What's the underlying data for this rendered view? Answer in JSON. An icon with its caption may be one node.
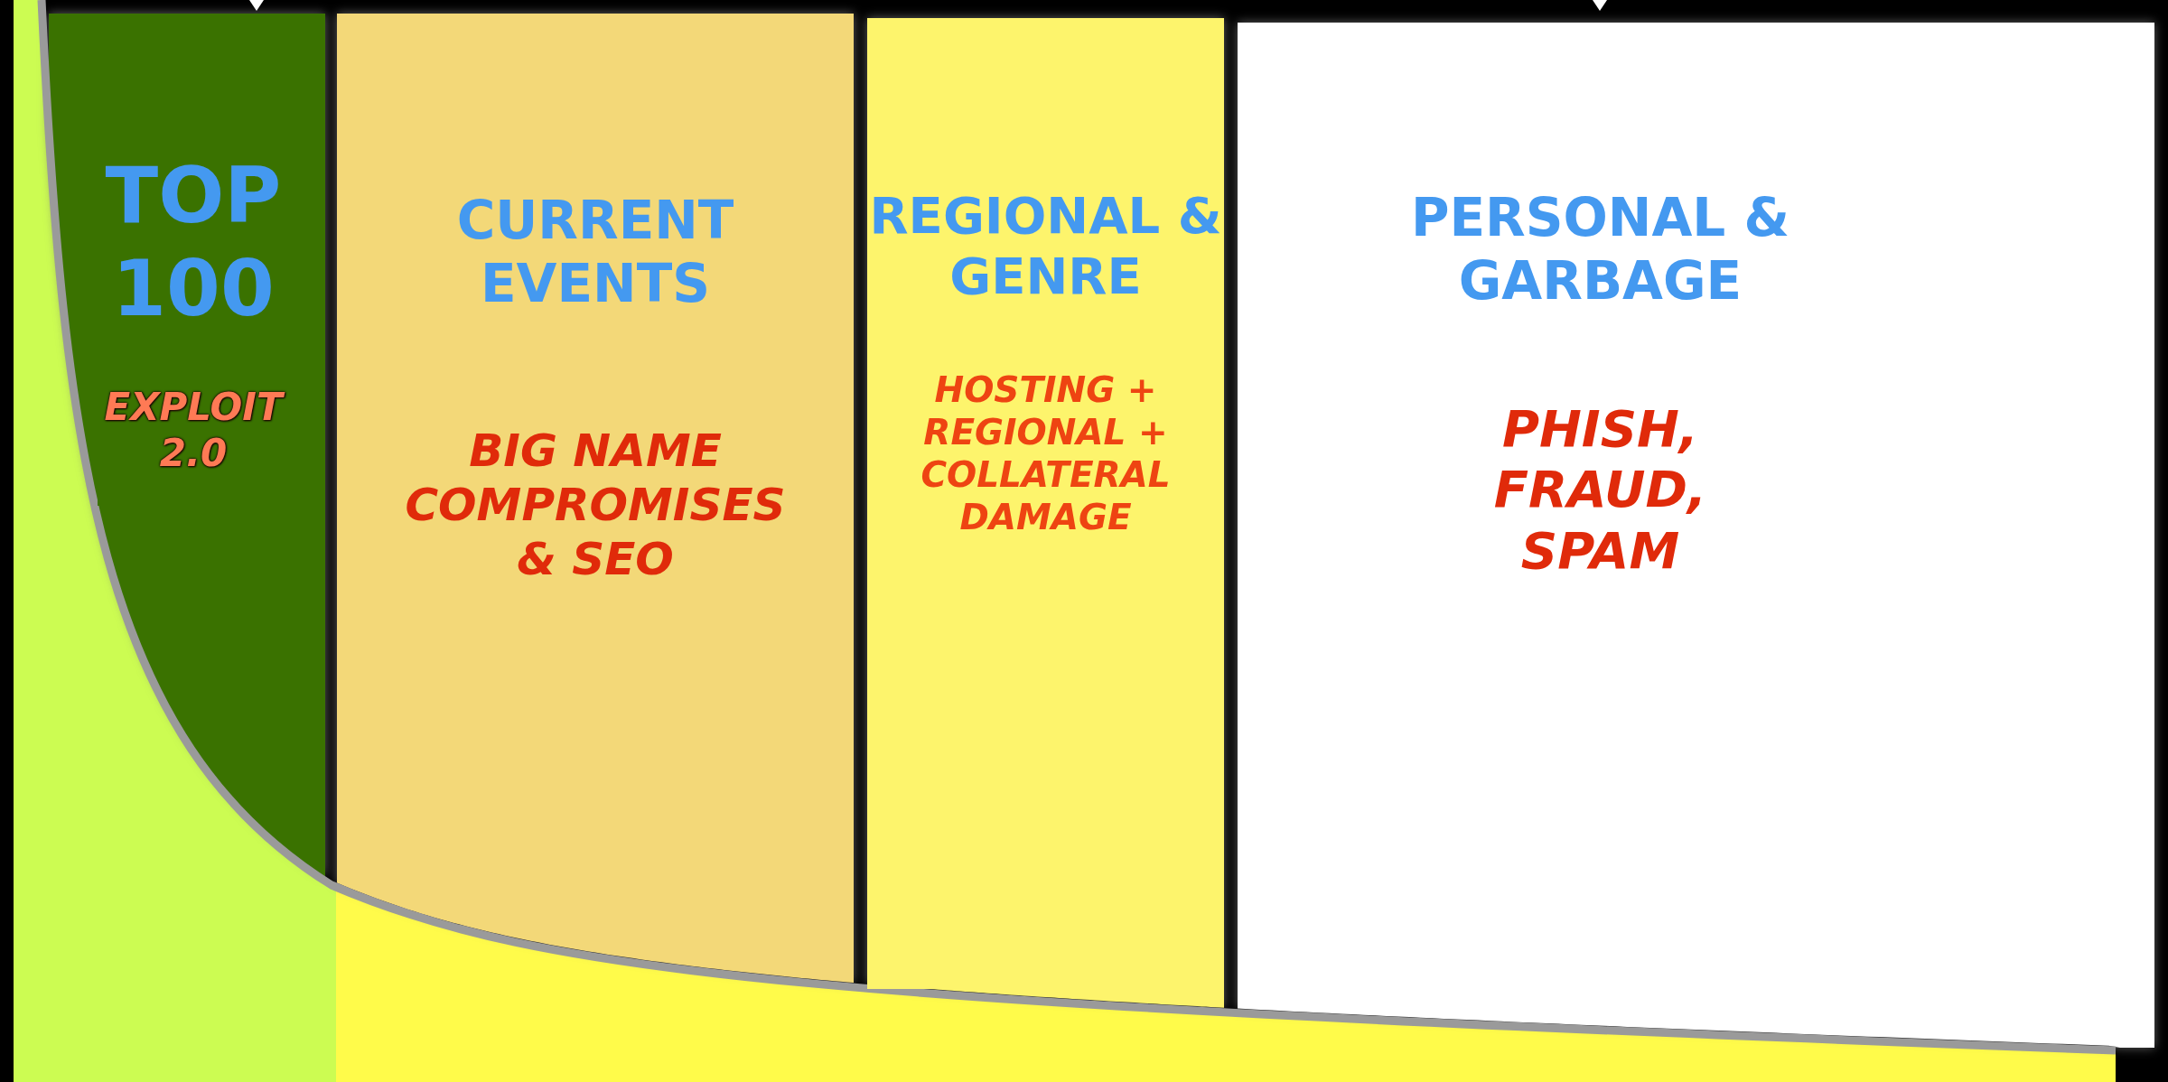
{
  "diagram": {
    "nodes": [
      {
        "text": [
          "TOP 100",
          "EXPLOIT 2.0"
        ]
      },
      {
        "text": [
          "CURRENT EVENTS",
          "BIG NAME COMPROMISES & SEO"
        ]
      },
      {
        "text": [
          "REGIONAL & GENRE",
          "HOSTING + REGIONAL + COLLATERAL DAMAGE"
        ]
      },
      {
        "text": [
          "PERSONAL & GARBAGE",
          "PHISH, FRAUD, SPAM"
        ]
      }
    ]
  }
}
